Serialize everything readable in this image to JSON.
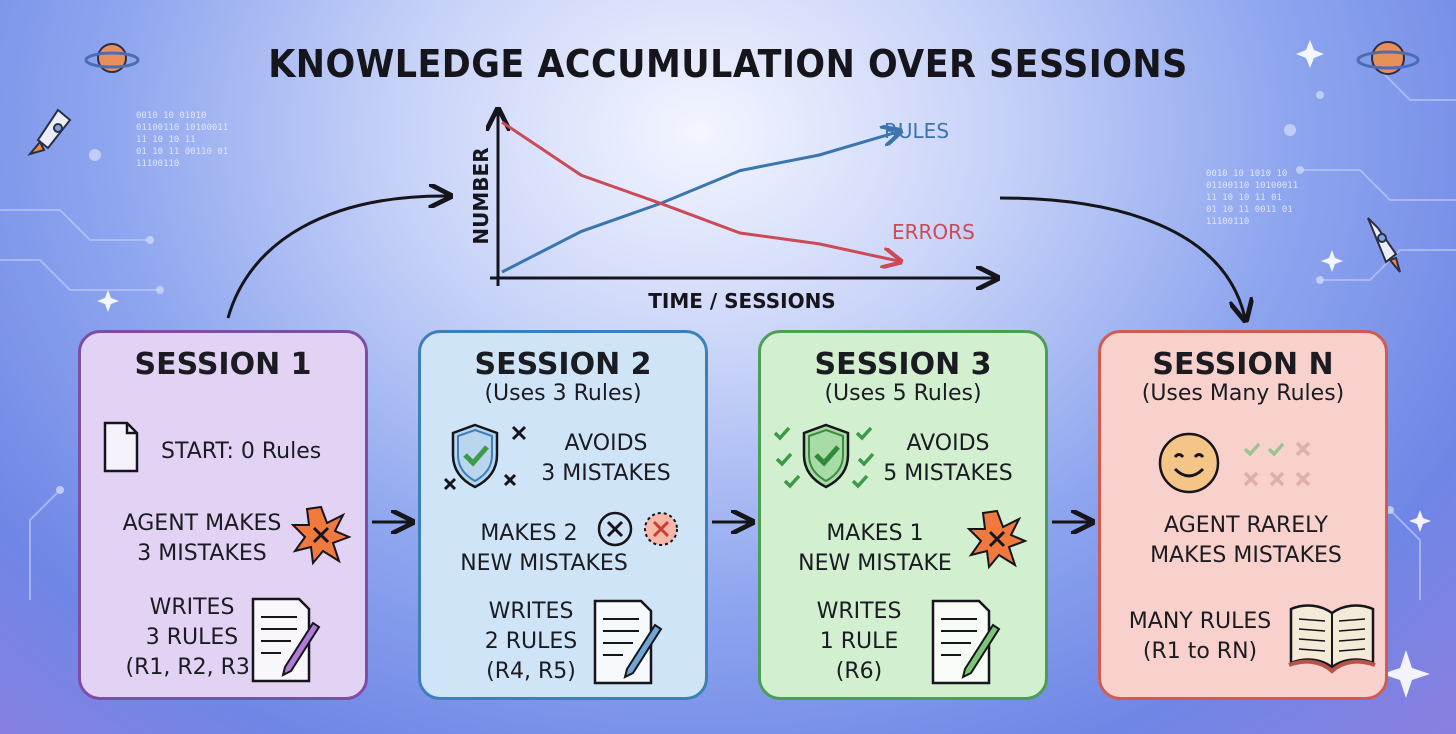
{
  "title": "KNOWLEDGE ACCUMULATION OVER SESSIONS",
  "chart": {
    "y_label": "NUMBER",
    "x_label": "TIME / SESSIONS",
    "rules_label": "RULES",
    "errors_label": "ERRORS"
  },
  "chart_data": {
    "type": "line",
    "xlabel": "TIME / SESSIONS",
    "ylabel": "NUMBER",
    "x": [
      0,
      1,
      2,
      3,
      4,
      5
    ],
    "series": [
      {
        "name": "RULES",
        "values": [
          0,
          2.6,
          4.4,
          6.5,
          7.5,
          9.0
        ]
      },
      {
        "name": "ERRORS",
        "values": [
          9.6,
          6.2,
          4.4,
          2.5,
          1.8,
          0.7
        ]
      }
    ],
    "xlim": [
      0,
      6
    ],
    "ylim": [
      0,
      10
    ],
    "colors": {
      "RULES": "#3a76ad",
      "ERRORS": "#cc4a55"
    }
  },
  "sessions": [
    {
      "title": "SESSION 1",
      "start": "START: 0 Rules",
      "mistakes": [
        "AGENT MAKES",
        "3 MISTAKES"
      ],
      "writes": [
        "WRITES",
        "3 RULES",
        "(R1, R2, R3)"
      ]
    },
    {
      "title": "SESSION 2",
      "subtitle": "(Uses 3 Rules)",
      "avoids": [
        "AVOIDS",
        "3 MISTAKES"
      ],
      "mistakes": [
        "MAKES 2",
        "NEW MISTAKES"
      ],
      "writes": [
        "WRITES",
        "2 RULES",
        "(R4, R5)"
      ]
    },
    {
      "title": "SESSION 3",
      "subtitle": "(Uses 5 Rules)",
      "avoids": [
        "AVOIDS",
        "5 MISTAKES"
      ],
      "mistakes": [
        "MAKES 1",
        "NEW MISTAKE"
      ],
      "writes": [
        "WRITES",
        "1 RULE",
        "(R6)"
      ]
    },
    {
      "title": "SESSION N",
      "subtitle": "(Uses Many Rules)",
      "mistakes": [
        "AGENT RARELY",
        "MAKES MISTAKES"
      ],
      "writes": [
        "MANY RULES",
        "(R1 to RN)"
      ]
    }
  ],
  "binary": {
    "left": [
      "0010 10 01010",
      "01100110 10100011",
      "11 10 10 11",
      "01 10 11 00110 01",
      "11100110"
    ],
    "right": [
      "0010 10 1010 10",
      "01100110 10100011",
      "11 10 10 11 01",
      "01 10 11 0011 01",
      "11100110"
    ]
  },
  "colors": {
    "session1": "#7c4ea6",
    "session2": "#3f7fb8",
    "session3": "#4c9d55",
    "sessionN": "#cf5b52",
    "rules_line": "#3a76ad",
    "errors_line": "#cc4a55"
  }
}
